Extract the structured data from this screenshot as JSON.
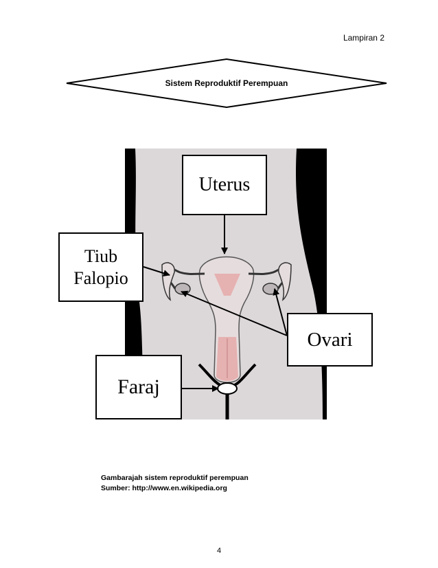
{
  "header": {
    "appendix": "Lampiran 2"
  },
  "banner": {
    "title": "Sistem Reproduktif Perempuan"
  },
  "figure": {
    "labels": {
      "uterus": "Uterus",
      "tiub_line1": "Tiub",
      "tiub_line2": "Falopio",
      "ovari": "Ovari",
      "faraj": "Faraj"
    },
    "colors": {
      "body": "#dcd7d8",
      "background": "#000000",
      "organ_fill": "#e5dcdd",
      "canal_pink": "#e6b1b1"
    }
  },
  "caption": {
    "line1": "Gambarajah sistem reproduktif perempuan",
    "line2": "Sumber: http://www.en.wikipedia.org"
  },
  "footer": {
    "page_number": "4"
  }
}
